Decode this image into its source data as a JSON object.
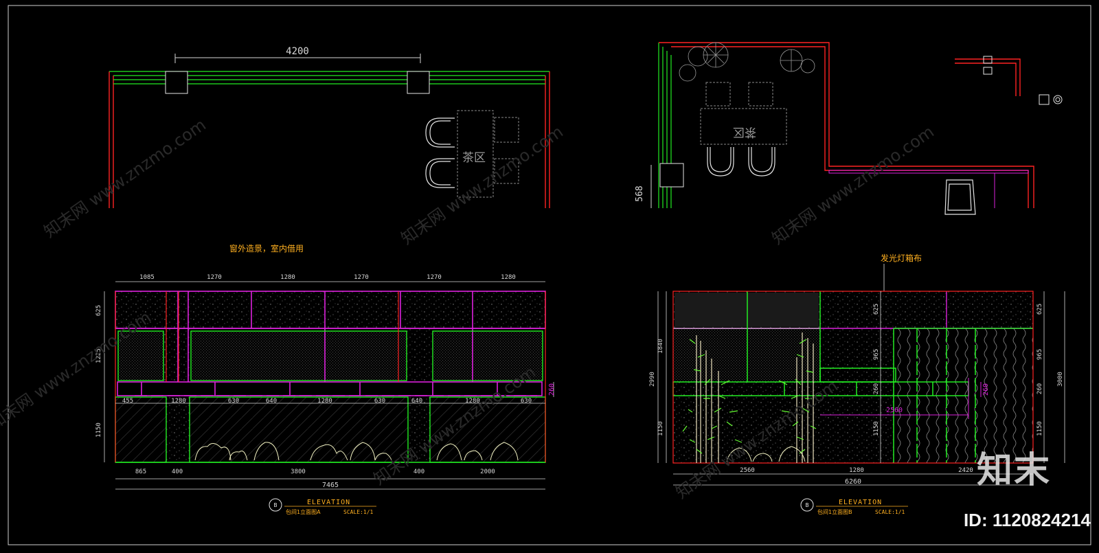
{
  "colors": {
    "frame": "#d0d0d0",
    "red": "#ff2222",
    "green": "#22ee22",
    "magenta": "#dd22dd",
    "white": "#e6e6e6",
    "dim": "#5a5a5a",
    "label": "#ffb020",
    "plant": "#66ff33",
    "dim_line": "#d8d8d8"
  },
  "plan_a": {
    "width_dim": "4200",
    "zone_label": "茶区"
  },
  "plan_b": {
    "zone_label": "茶区",
    "side_dim": "568"
  },
  "elev_a": {
    "note": "窗外造景，室内借用",
    "top_dims": [
      "1085",
      "1270",
      "1280",
      "1270",
      "1270",
      "1280"
    ],
    "left_dims": [
      "625",
      "1225",
      "1150"
    ],
    "mid_dims": [
      "455",
      "1280",
      "630",
      "640",
      "1280",
      "630",
      "640",
      "1280",
      "630"
    ],
    "right_dim": "260",
    "bottom_dims": [
      "865",
      "400",
      "3800",
      "400",
      "2000"
    ],
    "total_dim": "7465",
    "title": "ELEVATION",
    "subtitle": "包间1立面图A",
    "scale": "SCALE:1/1",
    "marker": "B"
  },
  "elev_b": {
    "note": "发光灯箱布",
    "left_dims": [
      "2990",
      "1840",
      "1150"
    ],
    "inner_dims": [
      "625",
      "965",
      "260",
      "1150"
    ],
    "right_dims": [
      "625",
      "965",
      "260",
      "1150",
      "3000"
    ],
    "inner_260": "260",
    "inner_2560": "2560",
    "bottom_dims": [
      "2560",
      "1280",
      "2420"
    ],
    "total_dim": "6260",
    "title": "ELEVATION",
    "subtitle": "包间1立面图B",
    "scale": "SCALE:1/1",
    "marker": "B"
  },
  "watermark": "知末网 www.znzmo.com",
  "brand": "知末",
  "id_text": "ID: 1120824214"
}
